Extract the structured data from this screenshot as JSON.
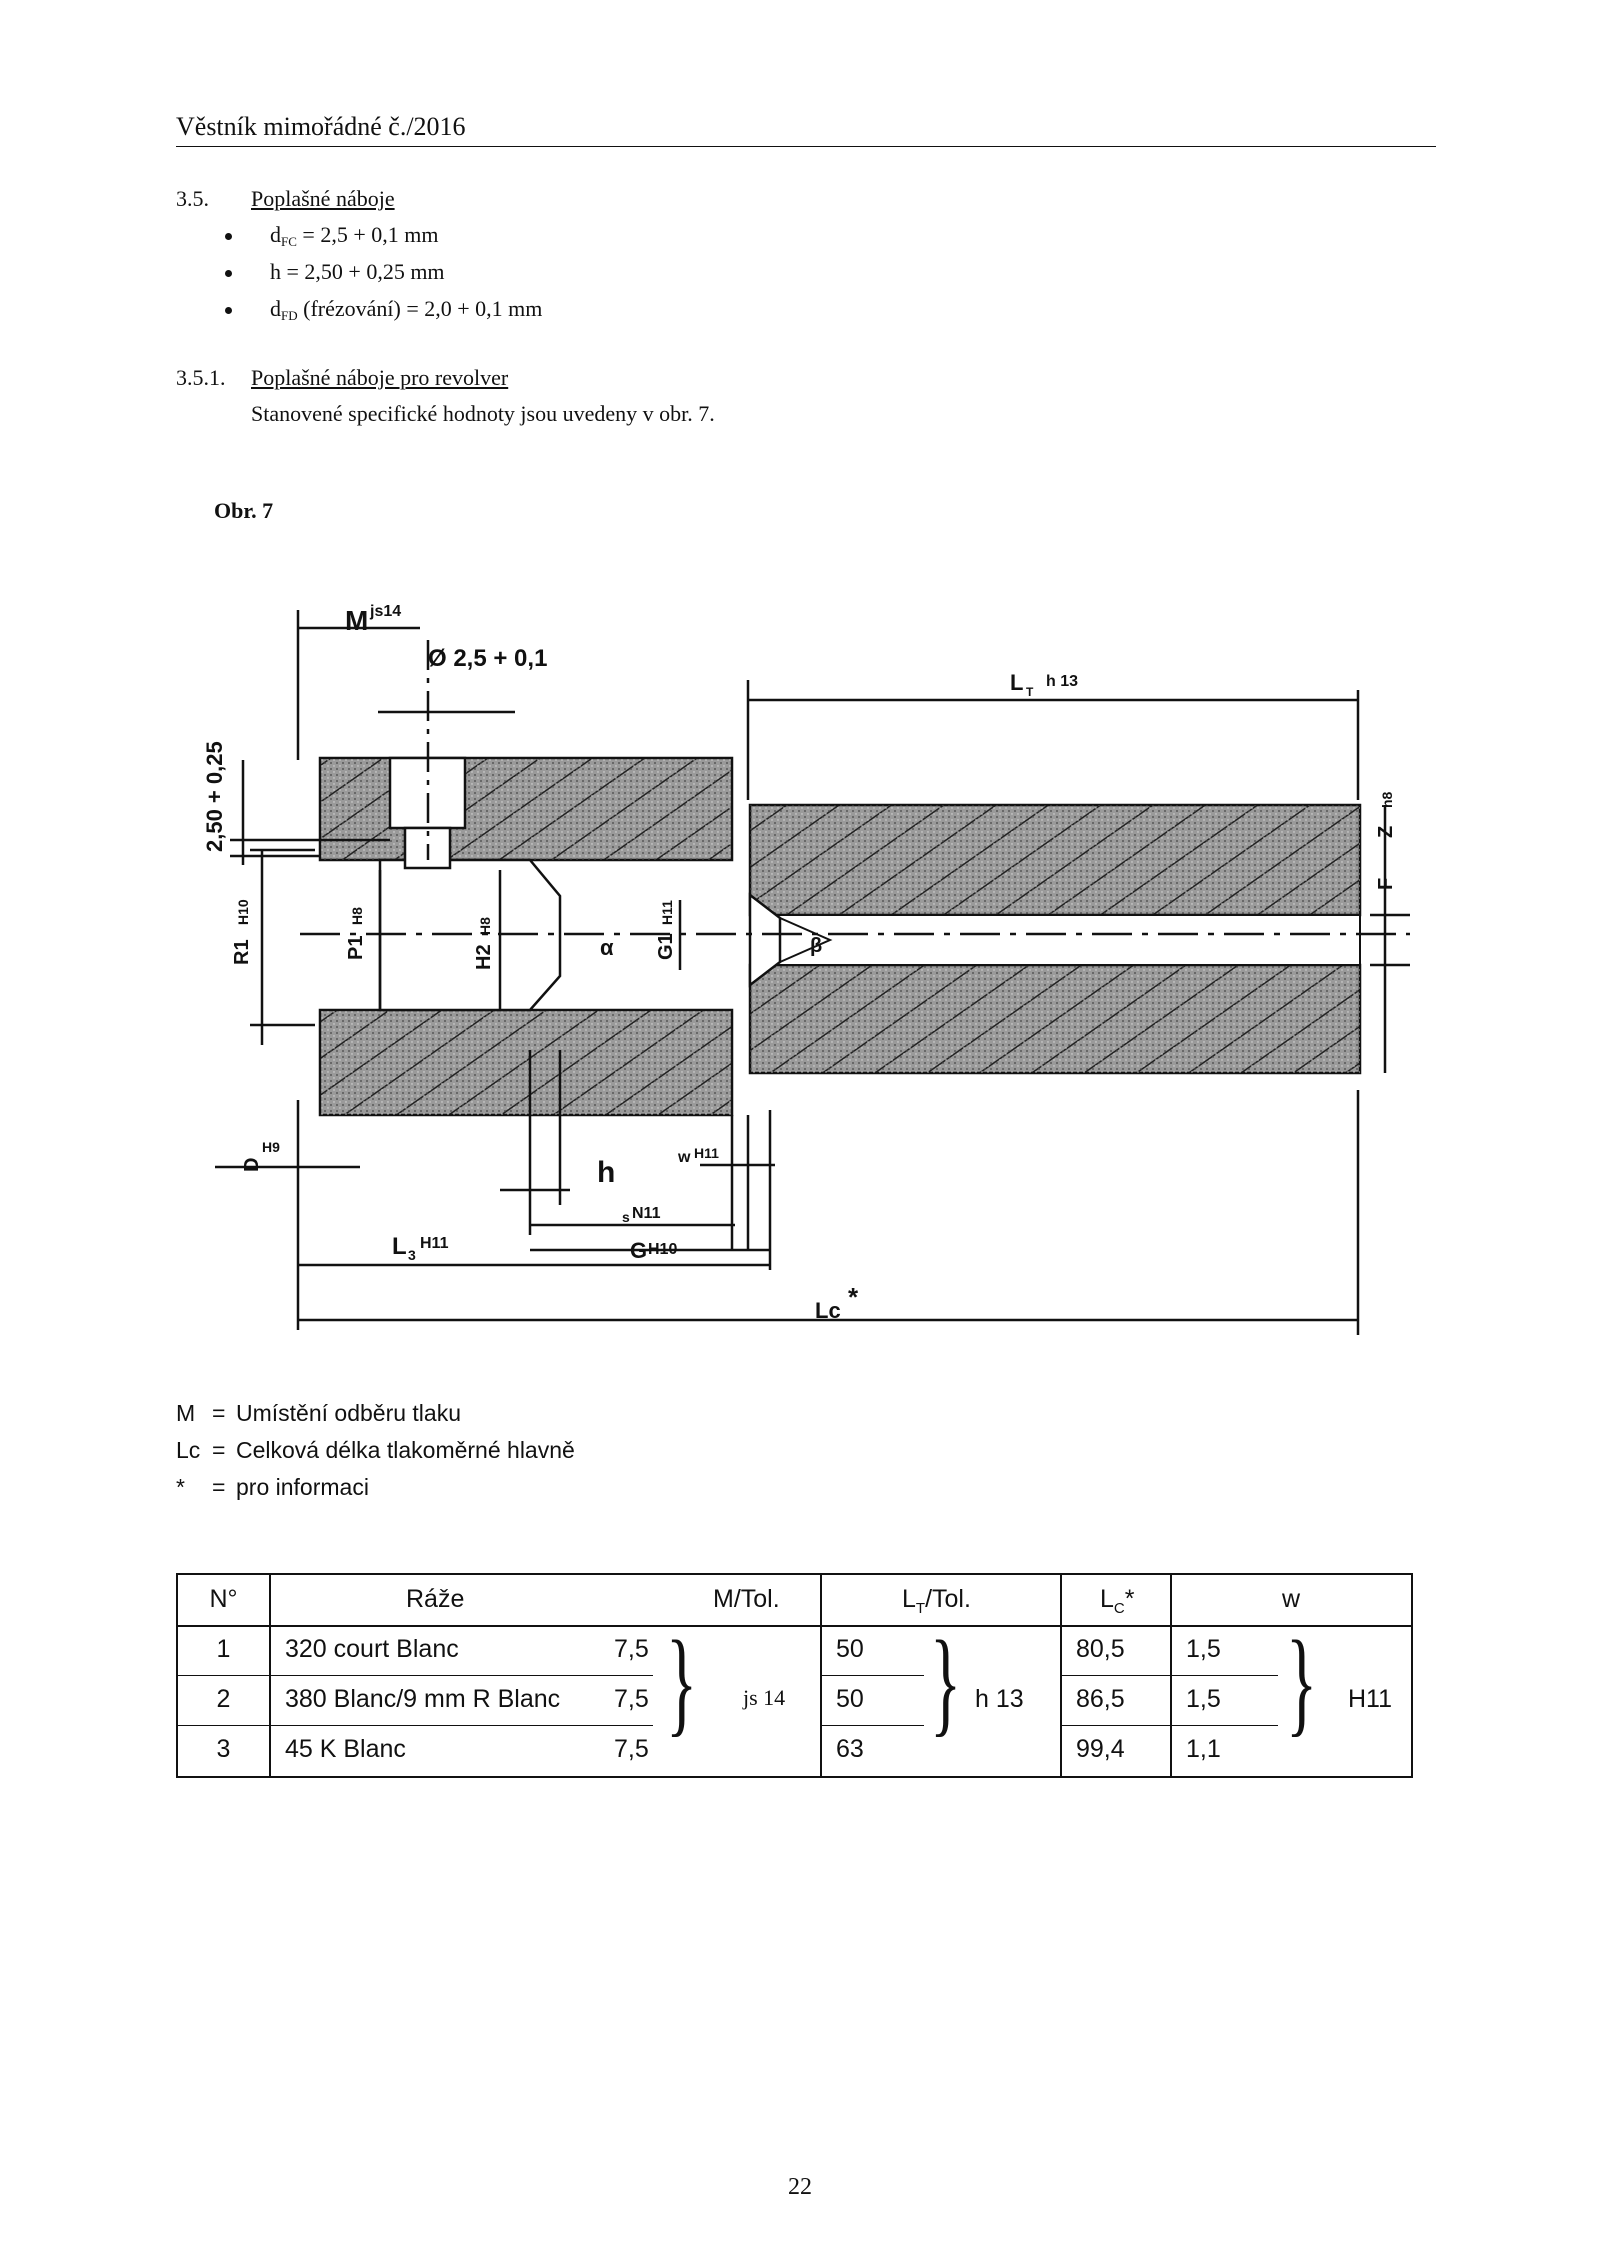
{
  "header": {
    "title": "Věstník mimořádné č./2016"
  },
  "section_3_5": {
    "number": "3.5.",
    "title": "Poplašné náboje",
    "bullets": [
      {
        "sym": "d",
        "sub": "FC",
        "rest": " = 2,5 + 0,1 mm"
      },
      {
        "sym": "h",
        "sub": "",
        "rest": " = 2,50 + 0,25 mm"
      },
      {
        "sym": "d",
        "sub": "FD",
        "rest": " (frézování) = 2,0 + 0,1 mm"
      }
    ]
  },
  "section_3_5_1": {
    "number": "3.5.1.",
    "title": "Poplašné náboje pro revolver",
    "text": "Stanovené specifické hodnoty jsou uvedeny v obr. 7."
  },
  "figure": {
    "label": "Obr. 7",
    "dims": {
      "m": "M",
      "m_tol": "js14",
      "bore": "Ø 2,5 + 0,1",
      "h_offset": "2,50 + 0,25",
      "lt": "L",
      "lt_sub": "T",
      "lt_tol": "h 13",
      "r1": "R1",
      "r1_tol": "H10",
      "p1": "P1",
      "p1_tol": "H8",
      "h2": "H2",
      "h2_tol": "H8",
      "alpha": "α",
      "g1": "G1",
      "g1_tol": "H11",
      "beta": "β",
      "f": "F",
      "z": "Z",
      "z_tol": "h8",
      "d": "D",
      "d_tol": "H9",
      "h": "h",
      "w": "w",
      "w_tol": "H11",
      "s": "s",
      "s_tol": "N11",
      "l3": "L",
      "l3_sub": "3",
      "l3_tol": "H11",
      "g": "G",
      "g_tol": "H10",
      "lc": "Lc",
      "lc_mark": "*"
    }
  },
  "legend": [
    {
      "key": "M",
      "eq": "=",
      "text": "Umístění odběru tlaku"
    },
    {
      "key": "Lc",
      "eq": "=",
      "text": "Celková délka tlakoměrné hlavně"
    },
    {
      "key": "*",
      "eq": "=",
      "text": "pro informaci"
    }
  ],
  "table": {
    "headers": {
      "n": "N°",
      "raze": "Ráže",
      "mtol": "M/Tol.",
      "lt_main": "L",
      "lt_sub": "T",
      "lt_rest": "/Tol.",
      "lc_main": "L",
      "lc_sub": "C",
      "lc_rest": "*",
      "w": "w"
    },
    "rows": [
      {
        "n": "1",
        "raze": "320 court Blanc",
        "m": "7,5",
        "lt": "50",
        "lc": "80,5",
        "w": "1,5"
      },
      {
        "n": "2",
        "raze": "380 Blanc/9 mm R Blanc",
        "m": "7,5",
        "lt": "50",
        "lc": "86,5",
        "w": "1,5"
      },
      {
        "n": "3",
        "raze": "45 K Blanc",
        "m": "7,5",
        "lt": "63",
        "lc": "99,4",
        "w": "1,1"
      }
    ],
    "m_tol": "js 14",
    "lt_tol": "h 13",
    "w_tol": "H11"
  },
  "page_number": "22"
}
